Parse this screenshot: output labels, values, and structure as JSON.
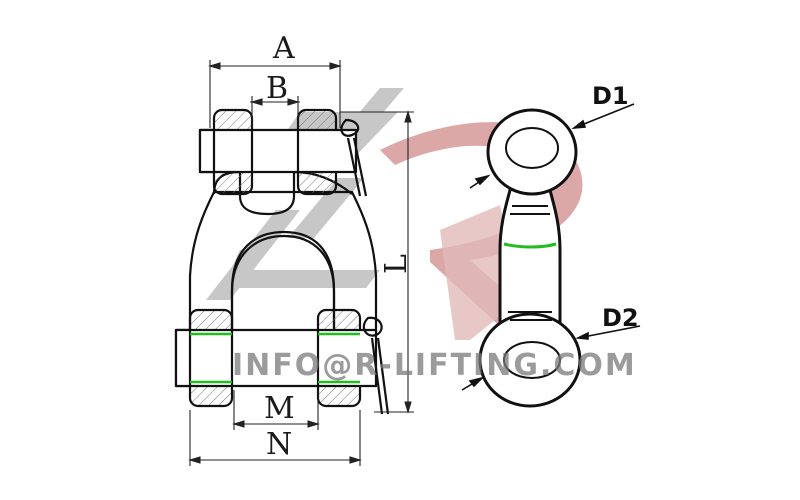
{
  "labels": {
    "A": "A",
    "B": "B",
    "L": "L",
    "M": "M",
    "N": "N",
    "D1": "D1",
    "D2": "D2"
  },
  "watermark": {
    "text": "INFO@R-LIFTING.COM"
  },
  "colors": {
    "outline": "#111111",
    "hatch": "#666666",
    "highlight": "#22bb22",
    "watermark_gray": "#8a8a8a",
    "watermark_red": "#b03030"
  }
}
